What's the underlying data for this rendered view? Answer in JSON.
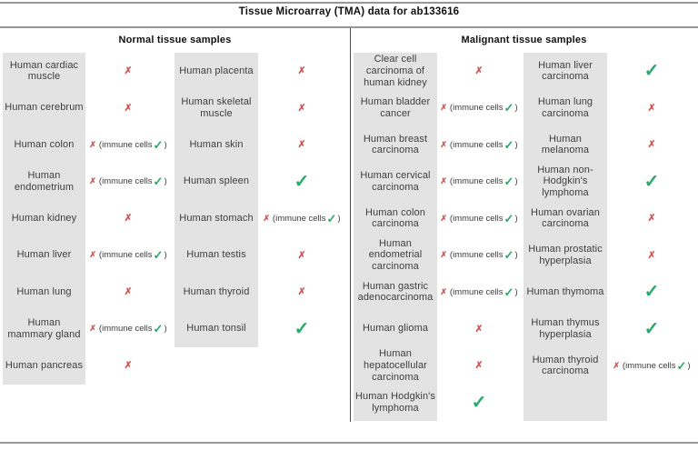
{
  "title": "Tissue Microarray (TMA) data for ab133616",
  "colors": {
    "positive_green": "#29aa6a",
    "negative_red": "#d15454",
    "tissue_band_gray": "#e3e3e3"
  },
  "table": {
    "result_labels": {
      "x_symbol": "✗",
      "check_symbol": "✓",
      "immune_prefix": "(immune cells",
      "close_paren": ")"
    },
    "sections": [
      {
        "header": "Normal tissue samples",
        "column_pairs": [
          {
            "rows": [
              {
                "tissue": "Human cardiac muscle",
                "result": "x"
              },
              {
                "tissue": "Human cerebrum",
                "result": "x"
              },
              {
                "tissue": "Human colon",
                "result": "x_immune"
              },
              {
                "tissue": "Human endometrium",
                "result": "x_immune"
              },
              {
                "tissue": "Human kidney",
                "result": "x"
              },
              {
                "tissue": "Human liver",
                "result": "x_immune"
              },
              {
                "tissue": "Human lung",
                "result": "x"
              },
              {
                "tissue": "Human mammary gland",
                "result": "x_immune"
              },
              {
                "tissue": "Human pancreas",
                "result": "x"
              }
            ]
          },
          {
            "rows": [
              {
                "tissue": "Human placenta",
                "result": "x"
              },
              {
                "tissue": "Human skeletal muscle",
                "result": "x"
              },
              {
                "tissue": "Human skin",
                "result": "x"
              },
              {
                "tissue": "Human spleen",
                "result": "check"
              },
              {
                "tissue": "Human stomach",
                "result": "x_immune"
              },
              {
                "tissue": "Human testis",
                "result": "x"
              },
              {
                "tissue": "Human thyroid",
                "result": "x"
              },
              {
                "tissue": "Human tonsil",
                "result": "check"
              }
            ]
          }
        ]
      },
      {
        "header": "Malignant tissue samples",
        "column_pairs": [
          {
            "rows": [
              {
                "tissue": "Clear cell carcinoma of human kidney",
                "result": "x"
              },
              {
                "tissue": "Human bladder cancer",
                "result": "x_immune"
              },
              {
                "tissue": "Human breast carcinoma",
                "result": "x_immune"
              },
              {
                "tissue": "Human cervical carcinoma",
                "result": "x_immune"
              },
              {
                "tissue": "Human colon carcinoma",
                "result": "x_immune"
              },
              {
                "tissue": "Human endometrial carcinoma",
                "result": "x_immune"
              },
              {
                "tissue": "Human gastric adenocarcinoma",
                "result": "x_immune"
              },
              {
                "tissue": "Human glioma",
                "result": "x"
              },
              {
                "tissue": "Human hepatocellular carcinoma",
                "result": "x"
              },
              {
                "tissue": "Human Hodgkin's lymphoma",
                "result": "check"
              }
            ]
          },
          {
            "rows": [
              {
                "tissue": "Human liver carcinoma",
                "result": "check"
              },
              {
                "tissue": "Human lung carcinoma",
                "result": "x"
              },
              {
                "tissue": "Human melanoma",
                "result": "x"
              },
              {
                "tissue": "Human non-Hodgkin's lymphoma",
                "result": "check"
              },
              {
                "tissue": "Human ovarian carcinoma",
                "result": "x"
              },
              {
                "tissue": "Human prostatic hyperplasia",
                "result": "x"
              },
              {
                "tissue": "Human thymoma",
                "result": "check"
              },
              {
                "tissue": "Human thymus hyperplasia",
                "result": "check"
              },
              {
                "tissue": "Human thyroid carcinoma",
                "result": "x_immune"
              },
              {
                "tissue": "",
                "result": "none"
              }
            ]
          }
        ]
      }
    ]
  }
}
